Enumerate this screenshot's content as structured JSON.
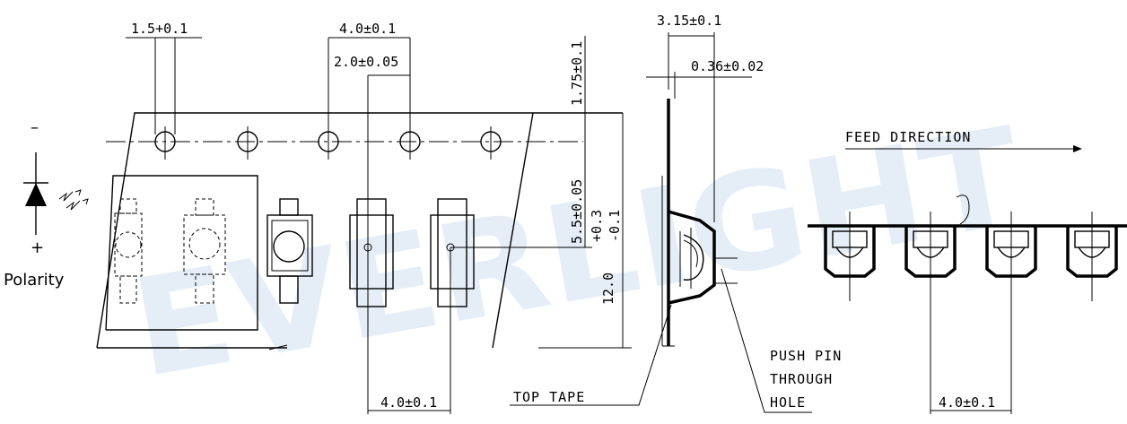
{
  "watermark": "EVERLIGHT",
  "dimensions": {
    "sprocket_hole_dia": "1.5+0.1",
    "pitch_top": "4.0±0.1",
    "hole_to_pocket": "2.0±0.05",
    "edge_to_hole": "1.75±0.1",
    "hole_row_to_pocket": "5.5±0.05",
    "tape_width_nominal": "12.0",
    "tape_width_tol_plus": "+0.3",
    "tape_width_tol_minus": "-0.1",
    "pocket_pitch_bottom": "4.0±0.1",
    "pocket_depth": "3.15±0.1",
    "tape_thickness": "0.36±0.02",
    "feed_pitch": "4.0±0.1"
  },
  "labels": {
    "polarity": "Polarity",
    "minus": "–",
    "plus": "+",
    "top_tape": "TOP TAPE",
    "push_pin_1": "PUSH PIN",
    "push_pin_2": "THROUGH",
    "push_pin_3": "HOLE",
    "feed_direction": "FEED DIRECTION"
  }
}
